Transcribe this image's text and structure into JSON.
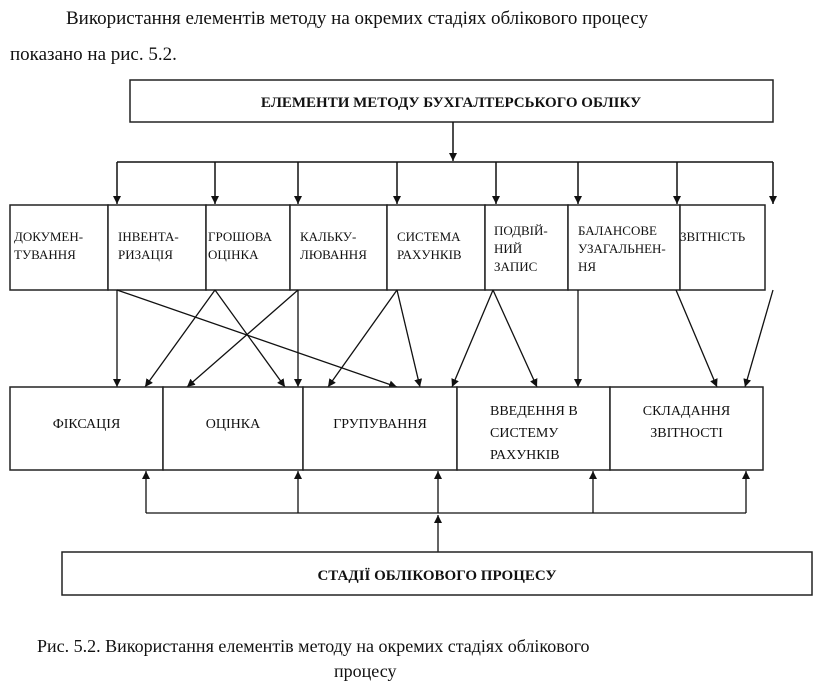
{
  "intro": {
    "line1": "Використання елементів методу на окремих стадіях облікового процесу",
    "line2": "показано на рис. 5.2."
  },
  "diagram": {
    "top_box": "ЕЛЕМЕНТИ МЕТОДУ БУХГАЛТЕРСЬКОГО ОБЛІКУ",
    "bottom_box": "СТАДІЇ ОБЛІКОВОГО ПРОЦЕСУ",
    "elements": [
      {
        "id": "documentation",
        "lines": [
          "ДОКУМЕН-",
          "ТУВАННЯ"
        ]
      },
      {
        "id": "inventory",
        "lines": [
          "ІНВЕНТА-",
          "РИЗАЦІЯ"
        ]
      },
      {
        "id": "valuation",
        "lines": [
          "ГРОШОВА",
          "ОЦІНКА"
        ]
      },
      {
        "id": "costing",
        "lines": [
          "КАЛЬКУ-",
          "ЛЮВАННЯ"
        ]
      },
      {
        "id": "accounts",
        "lines": [
          "СИСТЕМА",
          "РАХУНКІВ"
        ]
      },
      {
        "id": "double-entry",
        "lines": [
          "ПОДВІЙ-",
          "НИЙ",
          "ЗАПИС"
        ]
      },
      {
        "id": "balance",
        "lines": [
          "БАЛАНСОВЕ",
          "УЗАГАЛЬНЕН-",
          "НЯ"
        ]
      },
      {
        "id": "reporting",
        "lines": [
          "ЗВІТНІСТЬ"
        ]
      }
    ],
    "stages": [
      {
        "id": "fixation",
        "lines": [
          "ФІКСАЦІЯ"
        ]
      },
      {
        "id": "assessment",
        "lines": [
          "ОЦІНКА"
        ]
      },
      {
        "id": "grouping",
        "lines": [
          "ГРУПУВАННЯ"
        ]
      },
      {
        "id": "entry",
        "lines": [
          "ВВЕДЕННЯ В",
          "СИСТЕМУ",
          "РАХУНКІВ"
        ]
      },
      {
        "id": "report-prep",
        "lines": [
          "СКЛАДАННЯ",
          "ЗВІТНОСТІ"
        ]
      }
    ],
    "links": [
      {
        "from": "documentation",
        "to": "fixation"
      },
      {
        "from": "documentation",
        "to": "grouping"
      },
      {
        "from": "inventory",
        "to": "fixation"
      },
      {
        "from": "inventory",
        "to": "assessment"
      },
      {
        "from": "valuation",
        "to": "assessment"
      },
      {
        "from": "valuation",
        "to": "assessment"
      },
      {
        "from": "costing",
        "to": "grouping"
      },
      {
        "from": "costing",
        "to": "grouping"
      },
      {
        "from": "accounts",
        "to": "grouping"
      },
      {
        "from": "accounts",
        "to": "entry"
      },
      {
        "from": "double-entry",
        "to": "entry"
      },
      {
        "from": "balance",
        "to": "report-prep"
      },
      {
        "from": "reporting",
        "to": "report-prep"
      }
    ]
  },
  "caption": {
    "line1": "Рис. 5.2. Використання елементів методу на окремих стадіях облікового",
    "line2": "процесу"
  }
}
